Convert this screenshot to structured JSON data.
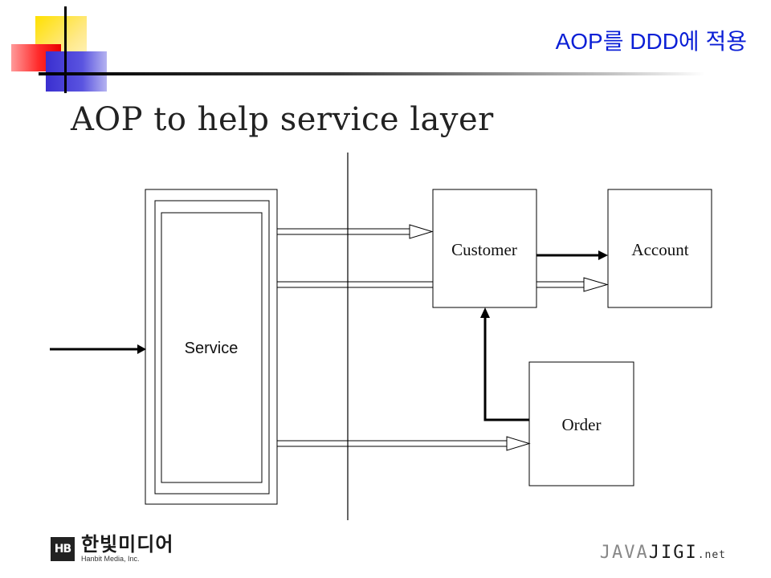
{
  "header": {
    "section_title": "AOP를 DDD에 적용"
  },
  "slide": {
    "heading": "AOP to help service layer"
  },
  "diagram": {
    "nodes": {
      "service": "Service",
      "customer": "Customer",
      "account": "Account",
      "order": "Order"
    }
  },
  "footer": {
    "hanbit_mark": "HB",
    "hanbit_korean": "한빛미디어",
    "hanbit_english": "Hanbit Media, Inc.",
    "java_prefix": "JAVA",
    "java_suffix": "JIGI",
    "java_tld": ".net"
  },
  "colors": {
    "section_title": "#0b1fd6",
    "java_gray": "#888888"
  }
}
